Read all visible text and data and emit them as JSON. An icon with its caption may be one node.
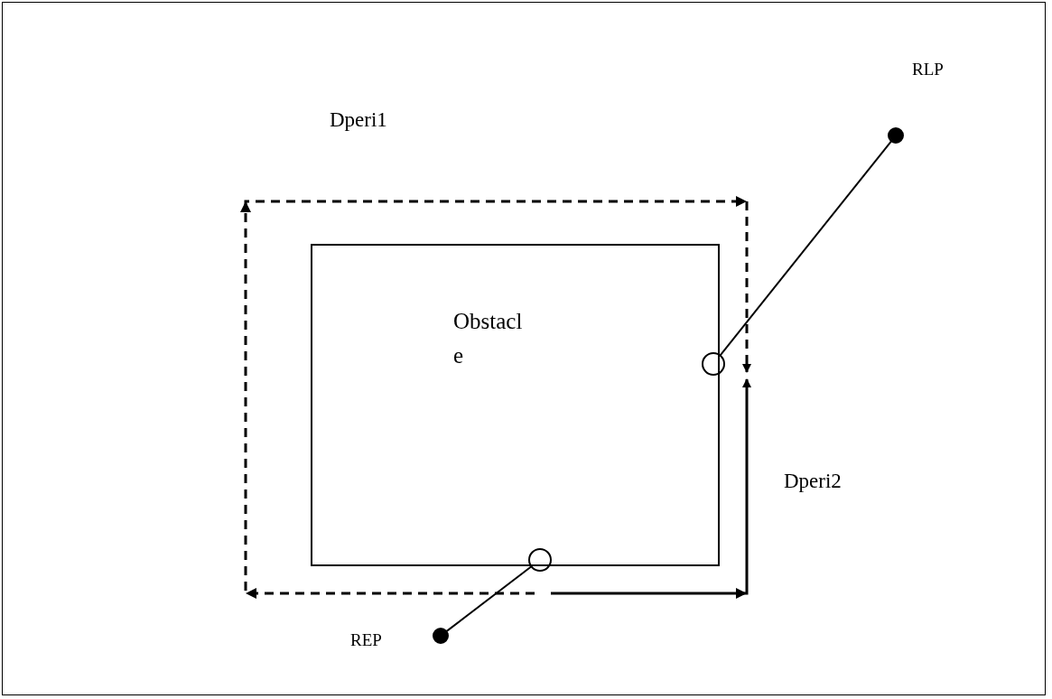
{
  "diagram": {
    "nodes": [
      {
        "text": [
          "Obstacle"
        ]
      },
      {
        "text": [],
        "shape": "circle",
        "beside": [
          "RLP"
        ]
      },
      {
        "text": [],
        "shape": "circle"
      },
      {
        "text": [],
        "shape": "circle"
      },
      {
        "text": [],
        "shape": "circle",
        "beside": [
          "REP"
        ]
      }
    ],
    "edges": [
      {
        "from": 1,
        "to": 2,
        "arrow": "none"
      },
      {
        "from": 4,
        "to": 3,
        "arrow": "none"
      },
      {
        "from": 3,
        "to": 2,
        "arrow": "to",
        "style": "dashed",
        "label": "Dperi1"
      },
      {
        "from": 3,
        "to": 2,
        "arrow": "to",
        "label": "Dperi2"
      }
    ]
  }
}
